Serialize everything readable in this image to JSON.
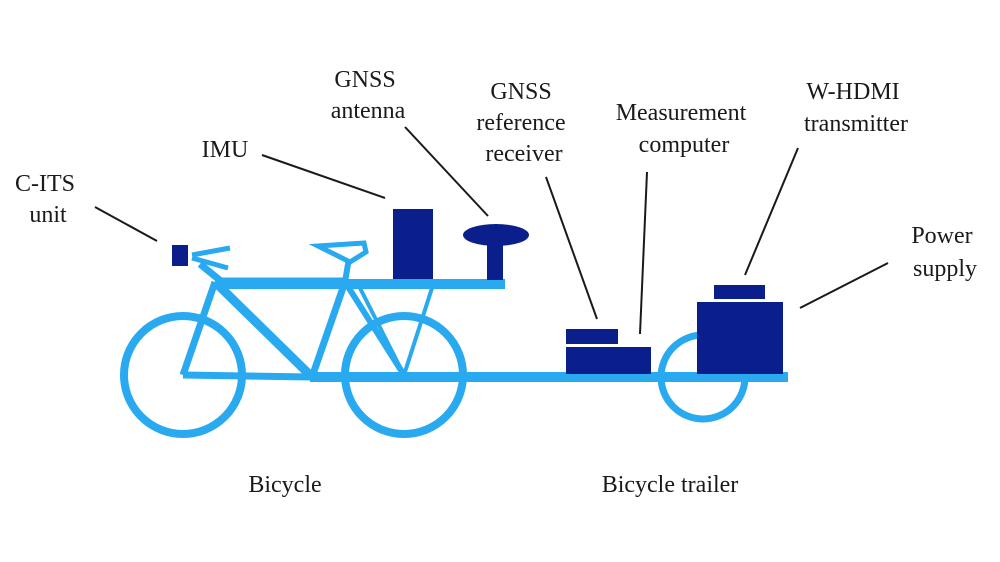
{
  "labels": {
    "c_its": [
      "C-ITS",
      "unit"
    ],
    "imu": [
      "IMU"
    ],
    "gnss_antenna": [
      "GNSS",
      "antenna"
    ],
    "gnss_reference": [
      "GNSS",
      "reference",
      "receiver"
    ],
    "measurement_computer": [
      "Measurement",
      "computer"
    ],
    "w_hdmi": [
      "W-HDMI",
      "transmitter"
    ],
    "power_supply": [
      "Power",
      "supply"
    ]
  },
  "captions": {
    "bicycle": "Bicycle",
    "trailer": "Bicycle trailer"
  },
  "colors": {
    "frame": "#29a9ef",
    "device": "#0b1f8c",
    "text": "#1a1a1a"
  }
}
